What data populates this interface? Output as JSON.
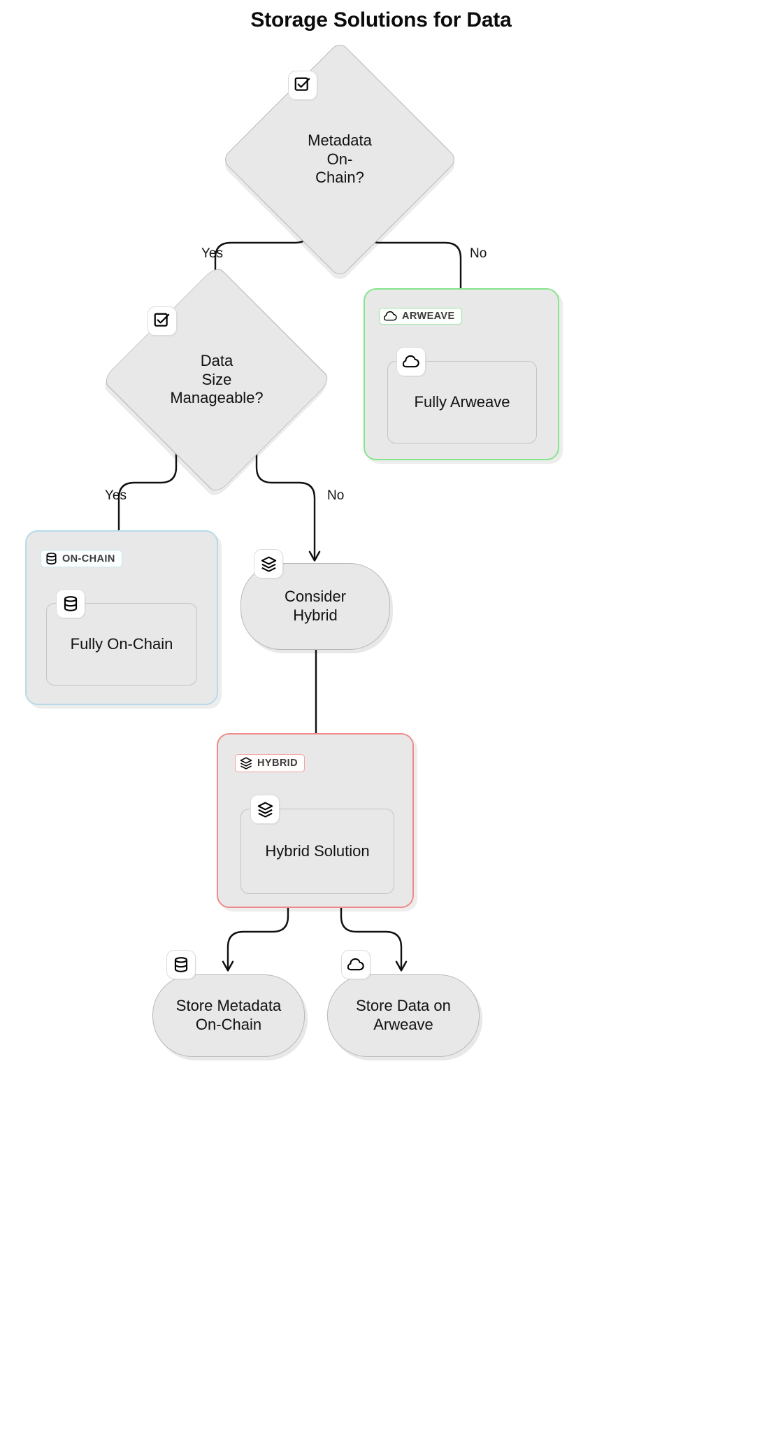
{
  "title": "Storage Solutions for Data",
  "colors": {
    "node_fill": "#e8e8e8",
    "node_stroke": "#b9b9b9",
    "cluster_arweave": "#86e58b",
    "cluster_onchain": "#b6dbe8",
    "cluster_hybrid": "#f08a8a",
    "edge": "#111111",
    "text": "#111111",
    "page_background": "#ffffff"
  },
  "nodes": {
    "metadata_decision": {
      "label": "Metadata\nOn-\nChain?",
      "shape": "diamond",
      "icon": "checkbox-check-icon"
    },
    "size_decision": {
      "label": "Data\nSize\nManageable?",
      "shape": "diamond",
      "icon": "checkbox-check-icon"
    },
    "fully_arweave": {
      "label": "Fully Arweave",
      "shape": "rect",
      "icon": "cloud-icon"
    },
    "fully_onchain": {
      "label": "Fully On-Chain",
      "shape": "rect",
      "icon": "database-icon"
    },
    "consider_hybrid": {
      "label": "Consider\nHybrid",
      "shape": "stadium",
      "icon": "layers-icon"
    },
    "hybrid_solution": {
      "label": "Hybrid Solution",
      "shape": "rect",
      "icon": "layers-icon"
    },
    "store_metadata": {
      "label": "Store Metadata\nOn-Chain",
      "shape": "stadium",
      "icon": "database-icon"
    },
    "store_data": {
      "label": "Store Data on\nArweave",
      "shape": "stadium",
      "icon": "cloud-icon"
    }
  },
  "clusters": {
    "arweave": {
      "label": "ARWEAVE",
      "icon": "cloud-icon",
      "accent": "#86e58b"
    },
    "onchain": {
      "label": "ON-CHAIN",
      "icon": "database-icon",
      "accent": "#b6dbe8"
    },
    "hybrid": {
      "label": "HYBRID",
      "icon": "layers-icon",
      "accent": "#f08a8a"
    }
  },
  "edges": [
    {
      "from": "metadata_decision",
      "to": "size_decision",
      "label": "Yes"
    },
    {
      "from": "metadata_decision",
      "to": "fully_arweave",
      "label": "No"
    },
    {
      "from": "size_decision",
      "to": "fully_onchain",
      "label": "Yes"
    },
    {
      "from": "size_decision",
      "to": "consider_hybrid",
      "label": "No"
    },
    {
      "from": "consider_hybrid",
      "to": "hybrid_solution",
      "label": ""
    },
    {
      "from": "hybrid_solution",
      "to": "store_metadata",
      "label": ""
    },
    {
      "from": "hybrid_solution",
      "to": "store_data",
      "label": ""
    }
  ],
  "edge_labels": {
    "metadata_yes": "Yes",
    "metadata_no": "No",
    "size_yes": "Yes",
    "size_no": "No"
  }
}
